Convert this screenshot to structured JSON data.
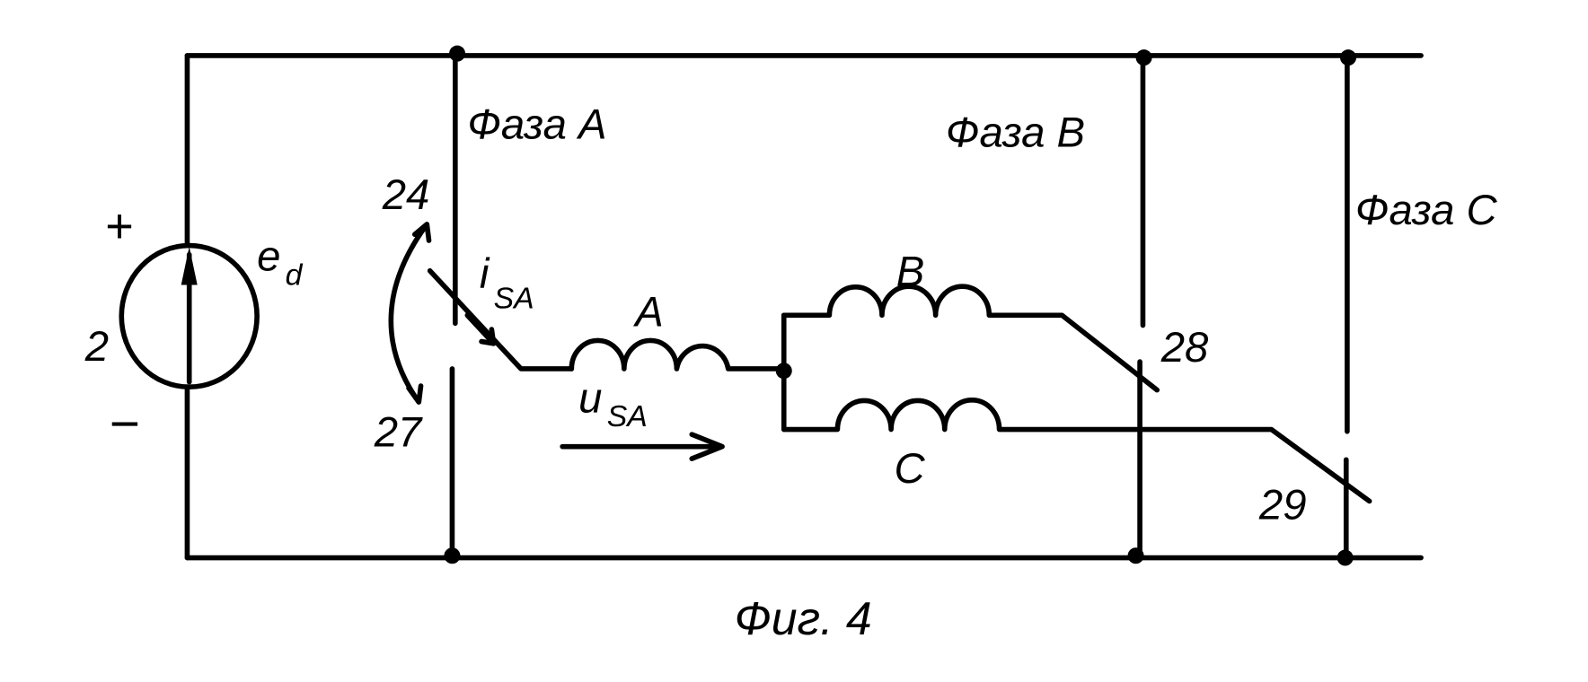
{
  "figure": {
    "caption": "Фиг. 4",
    "source_number": "2",
    "source_label": "e",
    "source_label_sub": "d",
    "plus": "+",
    "minus": "−",
    "phase_a": "Фаза A",
    "phase_b": "Фаза B",
    "phase_c": "Фаза C",
    "switch_a_top": "24",
    "switch_a_bottom": "27",
    "switch_b": "28",
    "switch_c": "29",
    "current_label": "i",
    "current_sub": "SA",
    "voltage_label": "u",
    "voltage_sub": "SA",
    "winding_a": "A",
    "winding_b": "B",
    "winding_c": "C"
  },
  "colors": {
    "ink": "#000000",
    "background": "#ffffff"
  }
}
